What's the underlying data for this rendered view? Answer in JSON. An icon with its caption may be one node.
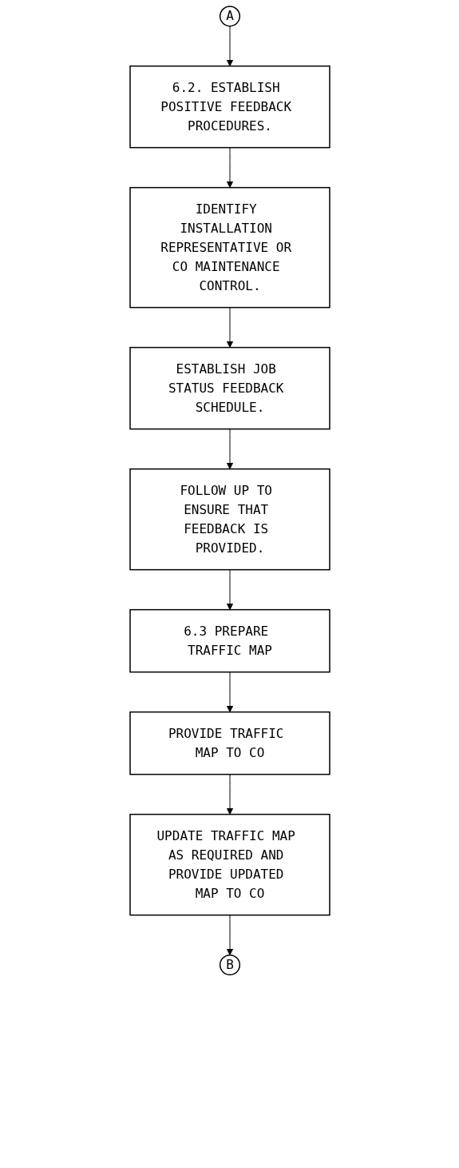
{
  "diagram": {
    "nodes": [
      {
        "text": [
          "A"
        ]
      },
      {
        "text": [
          "6.2. ESTABLISH POSITIVE FEEDBACK PROCEDURES."
        ]
      },
      {
        "text": [
          "IDENTIFY INSTALLATION REPRESENTATIVE OR CO MAINTENANCE CONTROL."
        ]
      },
      {
        "text": [
          "ESTABLISH JOB STATUS FEEDBACK SCHEDULE."
        ]
      },
      {
        "text": [
          "FOLLOW UP TO ENSURE THAT FEEDBACK IS PROVIDED."
        ]
      },
      {
        "text": [
          "6.3 PREPARE TRAFFIC MAP"
        ]
      },
      {
        "text": [
          "PROVIDE TRAFFIC MAP TO CO"
        ]
      },
      {
        "text": [
          "UPDATE TRAFFIC MAP AS REQUIRED AND PROVIDE UPDATED MAP TO CO"
        ]
      },
      {
        "text": [
          "B"
        ]
      }
    ],
    "edges": [
      {
        "from": 0,
        "to": 1,
        "arrow": "to"
      },
      {
        "from": 1,
        "to": 2,
        "arrow": "to"
      },
      {
        "from": 2,
        "to": 3,
        "arrow": "to"
      },
      {
        "from": 3,
        "to": 4,
        "arrow": "to"
      },
      {
        "from": 4,
        "to": 5,
        "arrow": "to"
      },
      {
        "from": 5,
        "to": 6,
        "arrow": "to"
      },
      {
        "from": 6,
        "to": 7,
        "arrow": "to"
      },
      {
        "from": 7,
        "to": 8,
        "arrow": "to"
      }
    ]
  }
}
